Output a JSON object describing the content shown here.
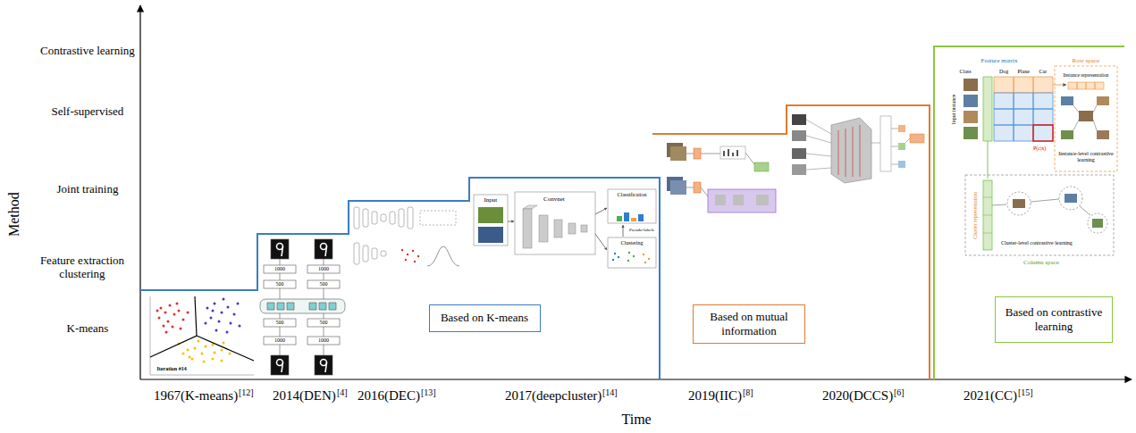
{
  "diagram": {
    "nodes": [
      {
        "text": [
          "Based on K-means"
        ]
      },
      {
        "text": [
          "Based on mutual information"
        ]
      },
      {
        "text": [
          "Based on contrastive learning"
        ]
      }
    ],
    "labels": [
      "Contrastive learning",
      "Self-supervised",
      "Joint training",
      "Feature extraction clustering",
      "K-means",
      "Method",
      "1967(K-means)",
      "[12]",
      "2014(DEN)",
      "[4]",
      "2016(DEC)",
      "[13]",
      "2017(deepcluster)",
      "[14]",
      "2019(IIC)",
      "[8]",
      "2020(DCCS)",
      "[6]",
      "2021(CC)",
      "[15]",
      "Time",
      "Iteration #14",
      "1000",
      "500",
      "500",
      "1000",
      "1000",
      "500",
      "500",
      "1000",
      "Input",
      "Convnet",
      "Classification",
      "Pseudo-labels",
      "Clustering",
      "Feature matrix",
      "Row space",
      "Class",
      "Dog",
      "Plane",
      "Car",
      "Input instance",
      "Instance representation",
      "P(c|x)",
      "Instance-level contrastive learning",
      "Cluster representation",
      "Cluster-level contrastive learning",
      "Column space"
    ]
  }
}
